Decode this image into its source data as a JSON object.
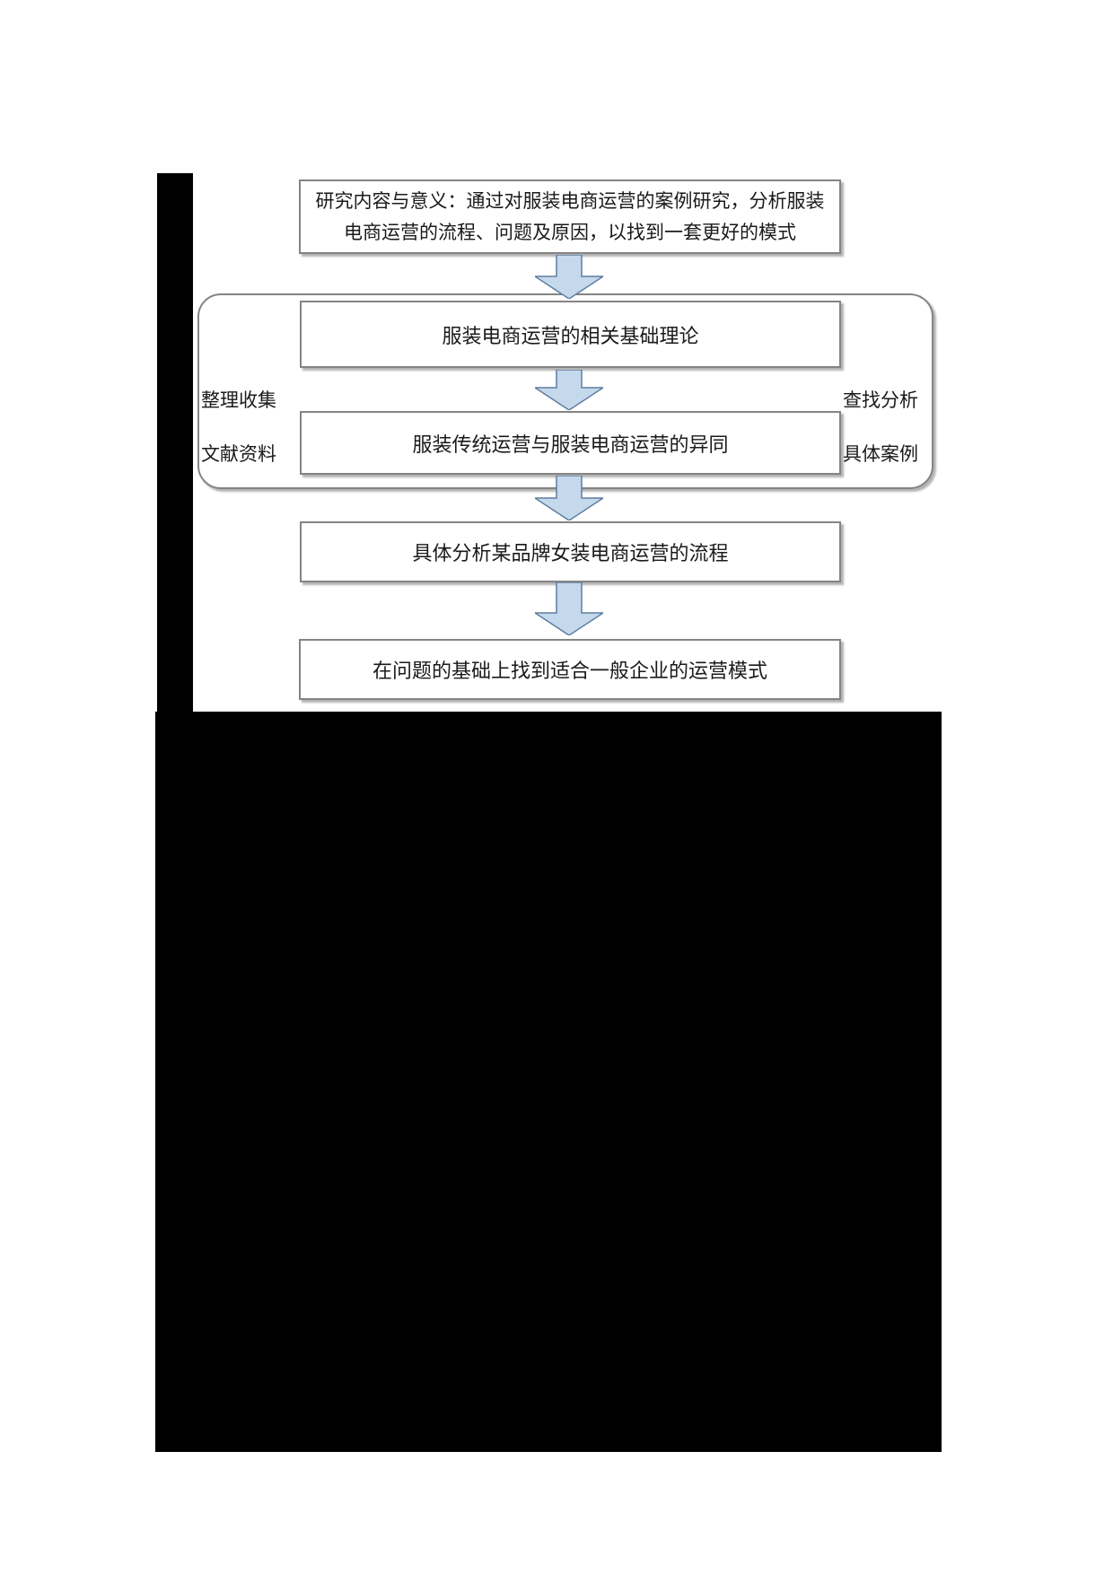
{
  "diagram": {
    "boxes": {
      "intro": "研究内容与意义：通过对服装电商运营的案例研究，分析服装电商运营的流程、问题及原因，以找到一套更好的模式",
      "theory": "服装电商运营的相关基础理论",
      "compare": "服装传统运营与服装电商运营的异同",
      "case_analysis": "具体分析某品牌女装电商运营的流程",
      "model": "在问题的基础上找到适合一般企业的运营模式"
    },
    "side_labels": {
      "left": {
        "line1": "整理收集",
        "line2": "文献资料"
      },
      "right": {
        "line1": "查找分析",
        "line2": "具体案例"
      }
    },
    "colors": {
      "arrow_fill": "#c5d9ec",
      "arrow_stroke": "#5f7d9f",
      "box_border": "#848484",
      "text": "#1a1a1a",
      "redaction": "#000000"
    }
  }
}
